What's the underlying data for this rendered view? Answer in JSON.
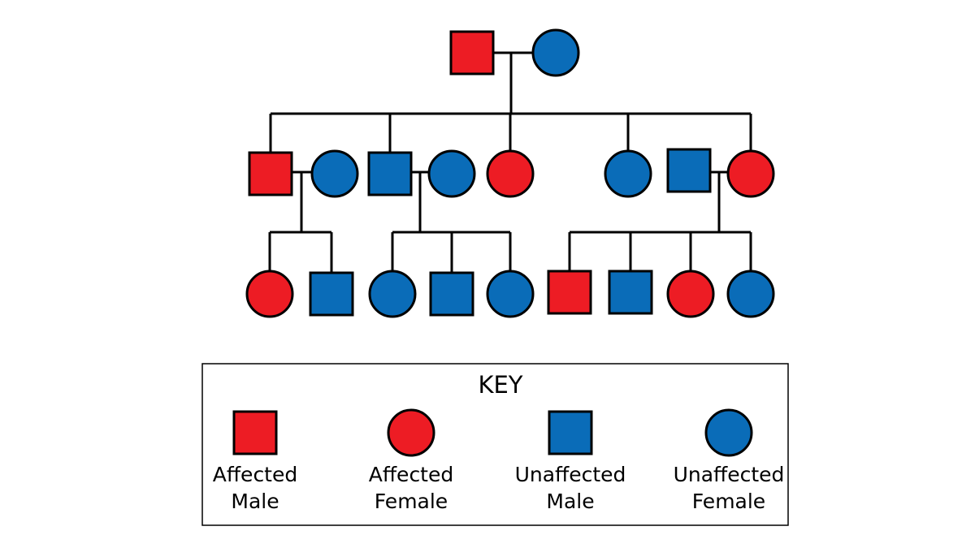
{
  "colors": {
    "affected": "#ED1C24",
    "unaffected": "#0A6CB8",
    "outline": "#000000"
  },
  "pedigree": {
    "generations": [
      [
        {
          "id": "g1-father",
          "sex": "male",
          "affected": true
        },
        {
          "id": "g1-mother",
          "sex": "female",
          "affected": false
        }
      ],
      [
        {
          "id": "g2-son-1",
          "sex": "male",
          "affected": true
        },
        {
          "id": "g2-son-1-spouse",
          "sex": "female",
          "affected": false
        },
        {
          "id": "g2-son-2",
          "sex": "male",
          "affected": false
        },
        {
          "id": "g2-son-2-spouse",
          "sex": "female",
          "affected": false
        },
        {
          "id": "g2-daughter-1",
          "sex": "female",
          "affected": true
        },
        {
          "id": "g2-daughter-2",
          "sex": "female",
          "affected": false
        },
        {
          "id": "g2-daughter-3-spouse",
          "sex": "male",
          "affected": false
        },
        {
          "id": "g2-daughter-3",
          "sex": "female",
          "affected": true
        }
      ],
      [
        {
          "id": "g3-a1",
          "sex": "female",
          "affected": true
        },
        {
          "id": "g3-a2",
          "sex": "male",
          "affected": false
        },
        {
          "id": "g3-b1",
          "sex": "female",
          "affected": false
        },
        {
          "id": "g3-b2",
          "sex": "male",
          "affected": false
        },
        {
          "id": "g3-b3",
          "sex": "female",
          "affected": false
        },
        {
          "id": "g3-c1",
          "sex": "male",
          "affected": true
        },
        {
          "id": "g3-c2",
          "sex": "male",
          "affected": false
        },
        {
          "id": "g3-c3",
          "sex": "female",
          "affected": true
        },
        {
          "id": "g3-c4",
          "sex": "female",
          "affected": false
        }
      ]
    ]
  },
  "key": {
    "title": "KEY",
    "items": [
      {
        "sex": "male",
        "affected": true,
        "line1": "Affected",
        "line2": "Male"
      },
      {
        "sex": "female",
        "affected": true,
        "line1": "Affected",
        "line2": "Female"
      },
      {
        "sex": "male",
        "affected": false,
        "line1": "Unaffected",
        "line2": "Male"
      },
      {
        "sex": "female",
        "affected": false,
        "line1": "Unaffected",
        "line2": "Female"
      }
    ]
  }
}
